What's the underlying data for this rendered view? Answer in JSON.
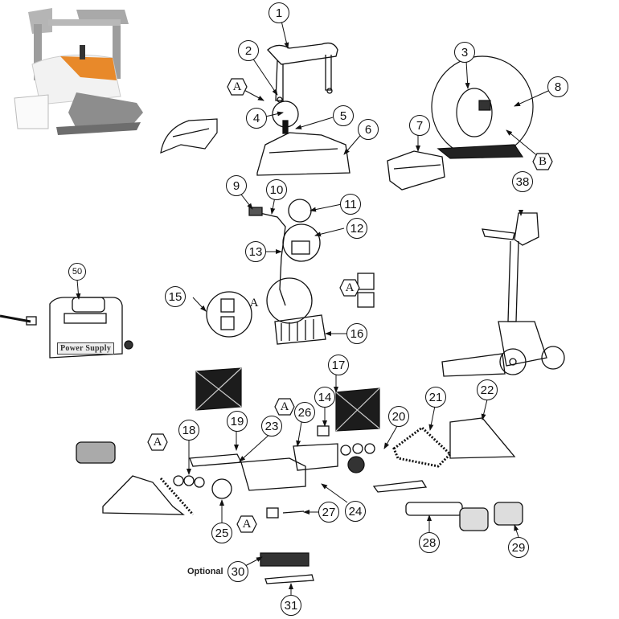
{
  "diagram": {
    "title_hidden": "",
    "optional_label": "Optional",
    "power_supply_text": "Power Supply",
    "callouts": {
      "c1": "1",
      "c2": "2",
      "c3": "3",
      "c4": "4",
      "c5": "5",
      "c6": "6",
      "c7": "7",
      "c8": "8",
      "c9": "9",
      "c10": "10",
      "c11": "11",
      "c12": "12",
      "c13": "13",
      "c14": "14",
      "c15": "15",
      "c16": "16",
      "c17": "17",
      "c18": "18",
      "c19": "19",
      "c20": "20",
      "c21": "21",
      "c22": "22",
      "c23": "23",
      "c24": "24",
      "c25": "25",
      "c26": "26",
      "c27": "27",
      "c28": "28",
      "c29": "29",
      "c30": "30",
      "c31": "31",
      "c38": "38",
      "c50": "50"
    },
    "hex_labels": {
      "a": "A",
      "b": "B"
    },
    "colors": {
      "accent_orange": "#e8892a",
      "body_white": "#f4f4f4",
      "frame_grey": "#9a9a9a",
      "line": "#111111"
    }
  }
}
